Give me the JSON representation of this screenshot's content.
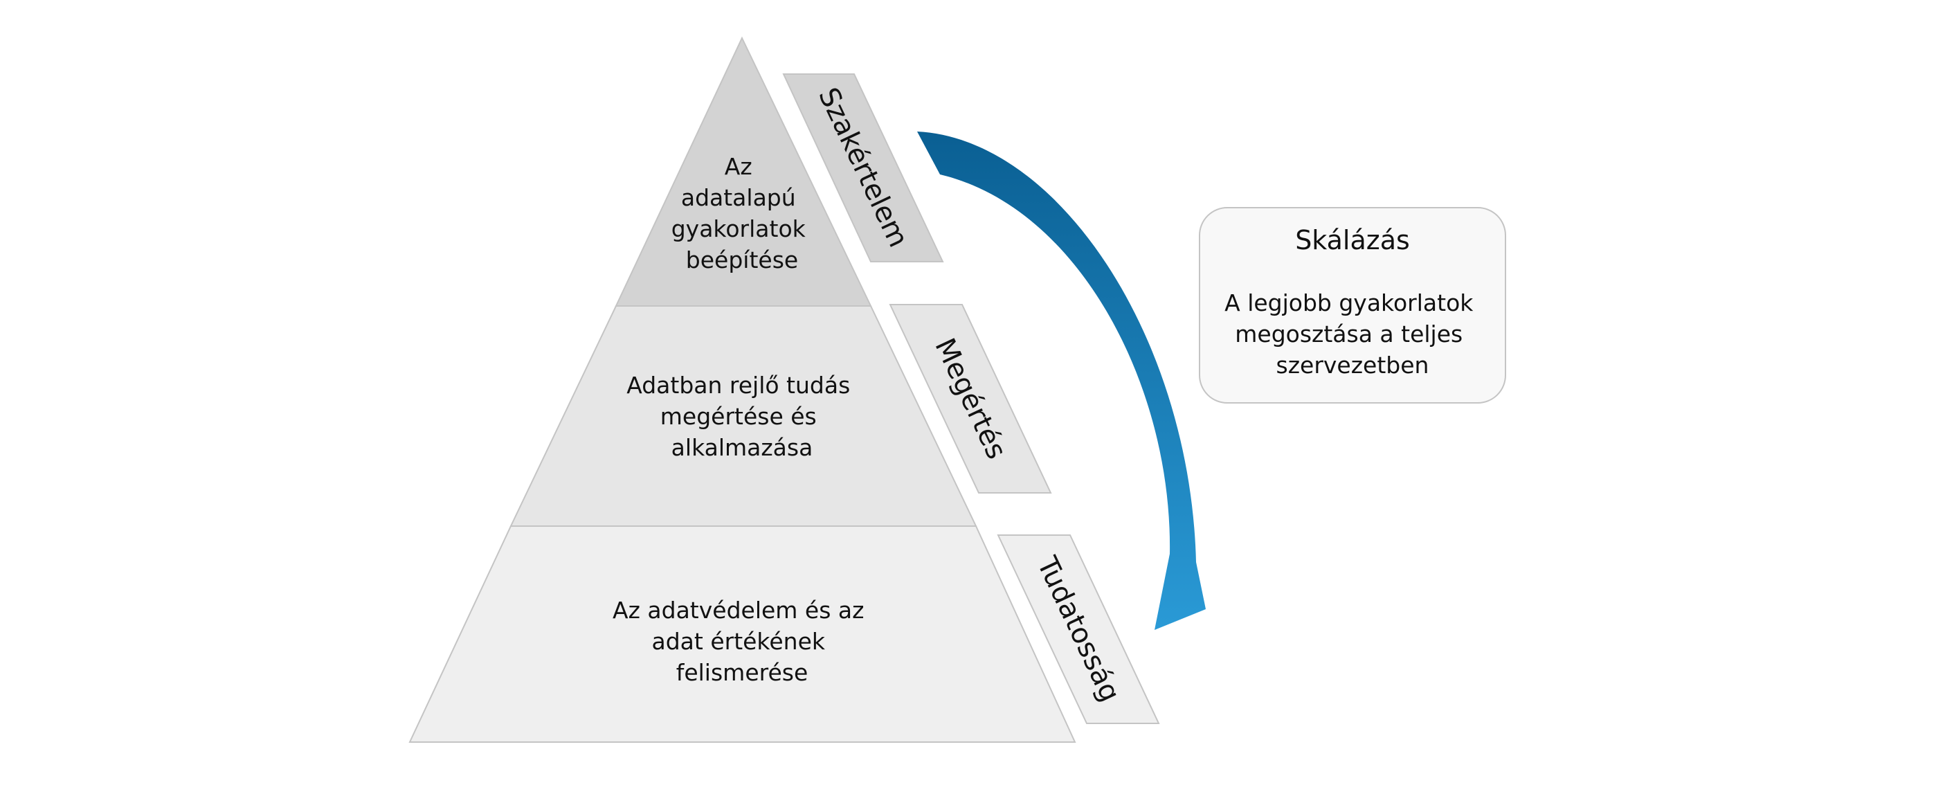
{
  "pyramid": {
    "tiers": [
      {
        "lines": [
          "Az",
          "adatalapú",
          "gyakorlatok",
          "beépítése"
        ],
        "band": "Szakértelem",
        "fill": "#d3d3d3"
      },
      {
        "lines": [
          "Adatban rejlő tudás",
          "megértése  és",
          "alkalmazása"
        ],
        "band": "Megértés",
        "fill": "#e6e6e6"
      },
      {
        "lines": [
          "Az adatvédelem és az",
          "adat értékének",
          "felismerése"
        ],
        "band": "Tudatosság",
        "fill": "#efefef"
      }
    ]
  },
  "callout": {
    "title": "Skálázás",
    "lines": [
      "A legjobb gyakorlatok",
      "megosztása a teljes",
      "szervezetben"
    ]
  },
  "colors": {
    "arrow_dark": "#0a5f93",
    "arrow_light": "#2a9ad6",
    "outline": "#c4c4c4",
    "callout_fill": "#f8f8f8"
  }
}
